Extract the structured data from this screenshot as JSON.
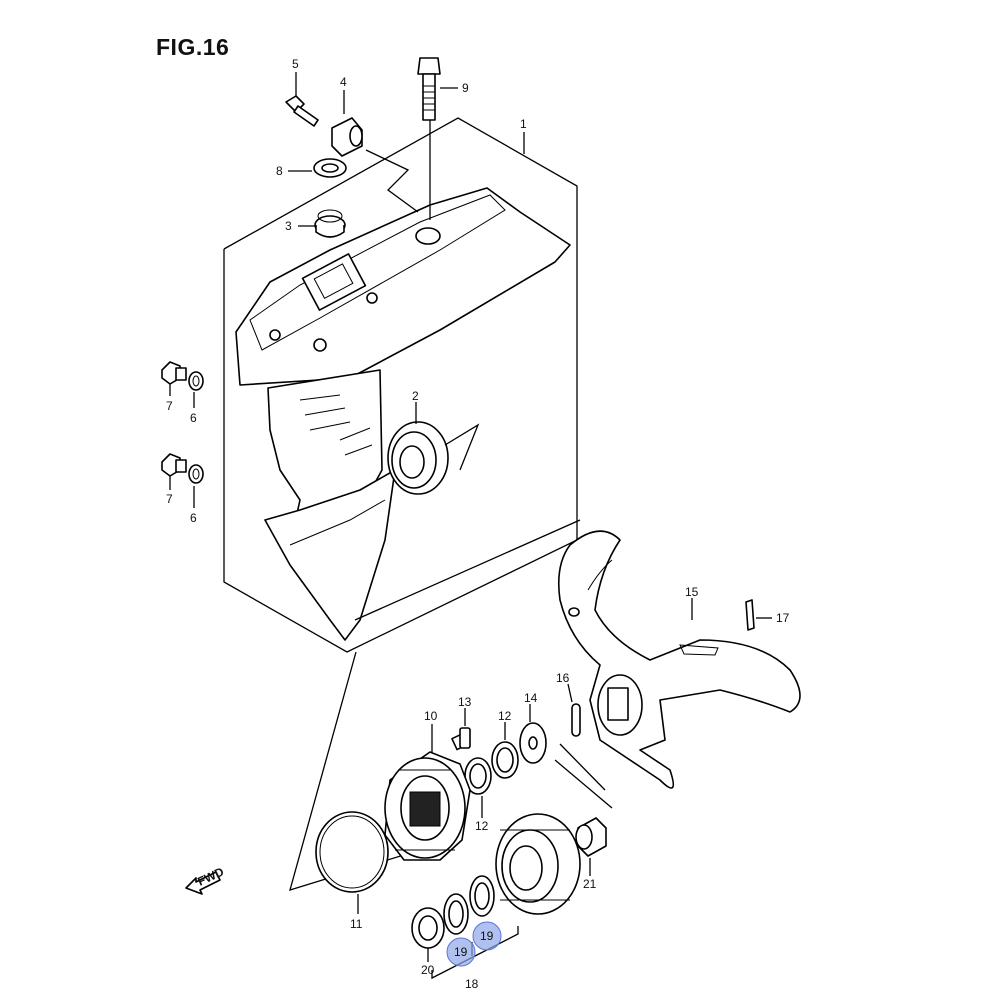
{
  "figure": {
    "title": "FIG.16",
    "callouts": [
      {
        "id": "c1",
        "label": "1"
      },
      {
        "id": "c2",
        "label": "2"
      },
      {
        "id": "c3",
        "label": "3"
      },
      {
        "id": "c4",
        "label": "4"
      },
      {
        "id": "c5",
        "label": "5"
      },
      {
        "id": "c6a",
        "label": "6"
      },
      {
        "id": "c6b",
        "label": "6"
      },
      {
        "id": "c7a",
        "label": "7"
      },
      {
        "id": "c7b",
        "label": "7"
      },
      {
        "id": "c8",
        "label": "8"
      },
      {
        "id": "c9",
        "label": "9"
      },
      {
        "id": "c10",
        "label": "10"
      },
      {
        "id": "c11",
        "label": "11"
      },
      {
        "id": "c12a",
        "label": "12"
      },
      {
        "id": "c12b",
        "label": "12"
      },
      {
        "id": "c13",
        "label": "13"
      },
      {
        "id": "c14",
        "label": "14"
      },
      {
        "id": "c15",
        "label": "15"
      },
      {
        "id": "c16",
        "label": "16"
      },
      {
        "id": "c17",
        "label": "17"
      },
      {
        "id": "c18",
        "label": "18"
      },
      {
        "id": "c19a",
        "label": "19"
      },
      {
        "id": "c19b",
        "label": "19"
      },
      {
        "id": "c20",
        "label": "20"
      },
      {
        "id": "c21",
        "label": "21"
      }
    ],
    "highlighted_parts": [
      "19"
    ],
    "highlight_color": "#8fa6e8",
    "direction_marker": {
      "label": "FWD",
      "icon": "fwd-arrow-icon"
    }
  }
}
